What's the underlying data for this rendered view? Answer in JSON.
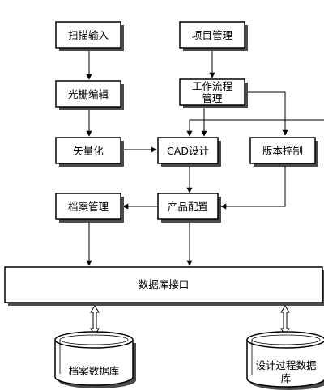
{
  "diagram": {
    "nodes": {
      "scan_input": "扫描输入",
      "raster_edit": "光栅编辑",
      "vectorize": "矢量化",
      "archive_mgmt": "档案管理",
      "project_mgmt": "项目管理",
      "workflow_mgmt_line1": "工作流程",
      "workflow_mgmt_line2": "管理",
      "cad_design": "CAD设计",
      "version_control": "版本控制",
      "product_config": "产品配置",
      "db_interface": "数据库接口",
      "archive_db": "档案数据库",
      "design_db_line1": "设计过程数据",
      "design_db_line2": "库"
    },
    "colors": {
      "line": "#000000",
      "box_fill": "#ffffff",
      "shadow": "#4a4a4a"
    }
  }
}
